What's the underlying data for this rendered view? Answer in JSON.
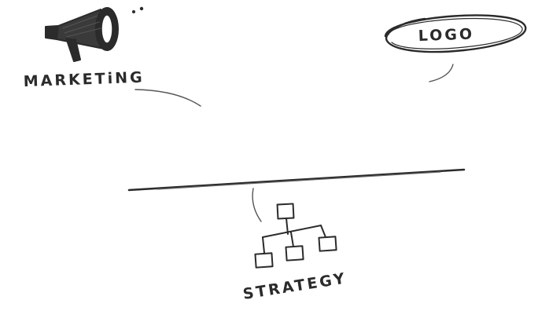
{
  "labels": {
    "marketing": "MARKETiNG",
    "logo": "LOGO",
    "strategy": "STRATEGY"
  },
  "icons": {
    "marketing": "megaphone-icon",
    "strategy": "org-chart-icon"
  },
  "colors": {
    "ink": "#2b2b2b",
    "background": "#ffffff"
  }
}
